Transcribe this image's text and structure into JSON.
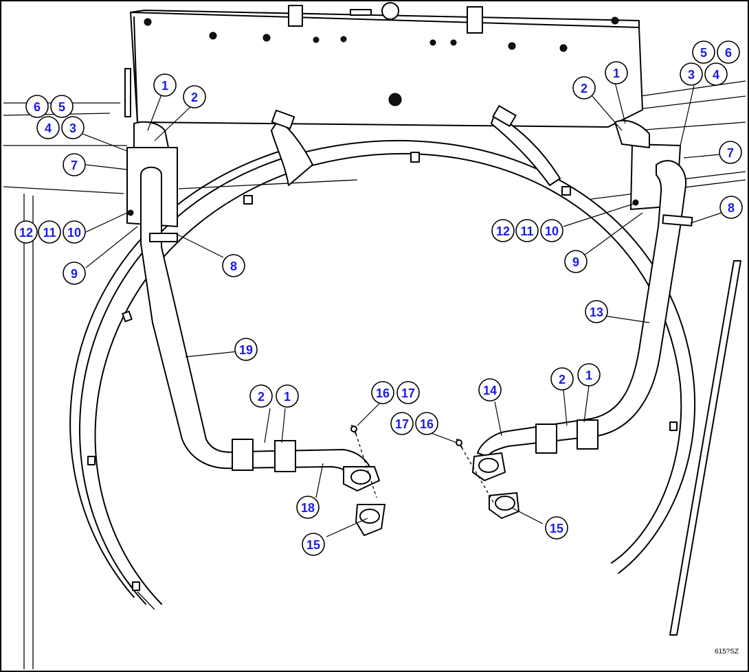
{
  "figure_code": "615?SZ",
  "callouts": [
    {
      "label": "1"
    },
    {
      "label": "2"
    },
    {
      "label": "6"
    },
    {
      "label": "5"
    },
    {
      "label": "4"
    },
    {
      "label": "3"
    },
    {
      "label": "7"
    },
    {
      "label": "12"
    },
    {
      "label": "11"
    },
    {
      "label": "10"
    },
    {
      "label": "9"
    },
    {
      "label": "8"
    },
    {
      "label": "1"
    },
    {
      "label": "2"
    },
    {
      "label": "5"
    },
    {
      "label": "6"
    },
    {
      "label": "3"
    },
    {
      "label": "4"
    },
    {
      "label": "7"
    },
    {
      "label": "8"
    },
    {
      "label": "12"
    },
    {
      "label": "11"
    },
    {
      "label": "10"
    },
    {
      "label": "9"
    },
    {
      "label": "13"
    },
    {
      "label": "19"
    },
    {
      "label": "2"
    },
    {
      "label": "1"
    },
    {
      "label": "18"
    },
    {
      "label": "15"
    },
    {
      "label": "16"
    },
    {
      "label": "17"
    },
    {
      "label": "17"
    },
    {
      "label": "16"
    },
    {
      "label": "14"
    },
    {
      "label": "2"
    },
    {
      "label": "1"
    },
    {
      "label": "15"
    }
  ]
}
